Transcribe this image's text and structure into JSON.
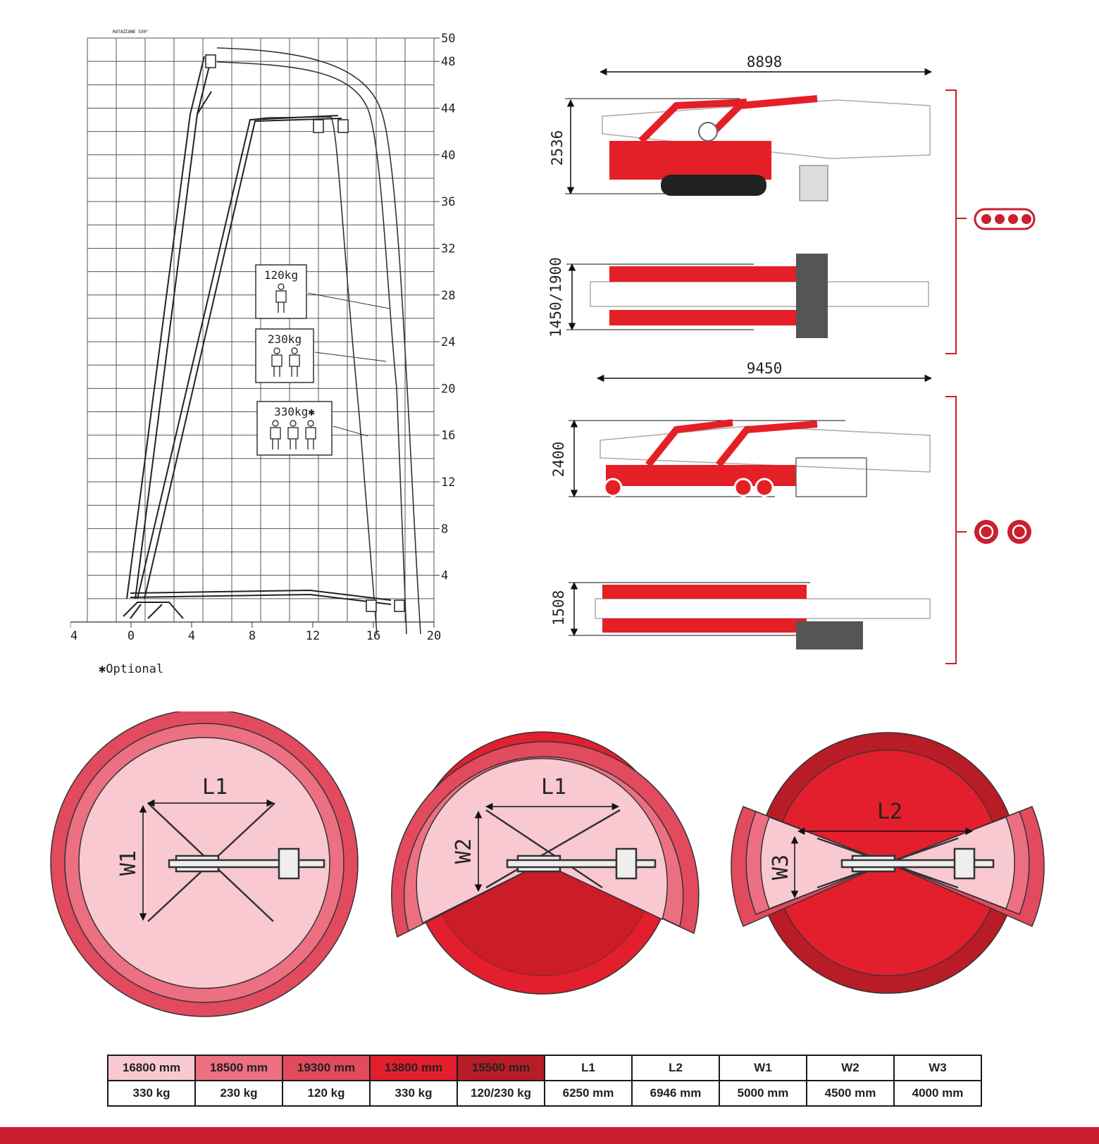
{
  "colors": {
    "brand_red": "#c8202f",
    "zone_pale": "#f8c9d0",
    "zone_mid": "#ec5d72",
    "zone_outer": "#e24a5e",
    "zone_red": "#e31e2d",
    "zone_dark": "#b81c26",
    "machine_red": "#e41f26",
    "grid": "#555555"
  },
  "reach_chart": {
    "top_label": "ROTAZIONE 330°",
    "x_ticks": [
      "-4",
      "0",
      "4",
      "8",
      "12",
      "16",
      "20"
    ],
    "y_ticks": [
      "50",
      "48",
      "44",
      "40",
      "36",
      "32",
      "28",
      "24",
      "20",
      "16",
      "12",
      "8",
      "4"
    ],
    "load_120": "120kg",
    "load_230": "230kg",
    "load_330": "330kg✱",
    "optional_note": "✱Optional"
  },
  "machines": {
    "crawler_length": "8898",
    "crawler_height": "2536",
    "crawler_width": "1450/1900",
    "wheeled_length": "9450",
    "wheeled_height": "2400",
    "wheeled_width": "1508",
    "crawler_icon": "crawler-track-icon",
    "wheels_icon": "wheel-icon"
  },
  "plans": {
    "plan1_length": "L1",
    "plan1_width": "W1",
    "plan2_length": "L1",
    "plan2_width": "W2",
    "plan3_length": "L2",
    "plan3_width": "W3"
  },
  "legend_table": {
    "header": [
      "16800 mm",
      "18500 mm",
      "19300 mm",
      "13800 mm",
      "15500 mm",
      "L1",
      "L2",
      "W1",
      "W2",
      "W3"
    ],
    "values": [
      "330 kg",
      "230 kg",
      "120 kg",
      "330 kg",
      "120/230 kg",
      "6250 mm",
      "6946 mm",
      "5000 mm",
      "4500 mm",
      "4000 mm"
    ],
    "header_colors": [
      "#f8c9d0",
      "#ec6f82",
      "#e24a5e",
      "#e31e2d",
      "#b81c26",
      "#ffffff",
      "#ffffff",
      "#ffffff",
      "#ffffff",
      "#ffffff"
    ]
  }
}
